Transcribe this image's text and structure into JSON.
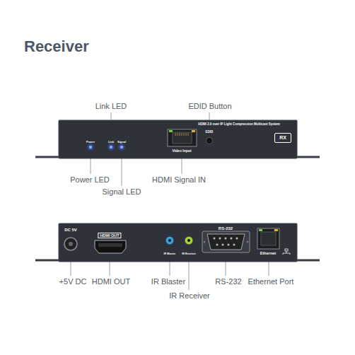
{
  "diagram": {
    "title": "Receiver",
    "nodes": [
      {
        "text": [
          "HDMI 2.0 over IP Light Compression Multicast System",
          "Power",
          "Link",
          "Signal",
          "Video Input",
          "EDID"
        ]
      },
      {
        "text": [
          "RX"
        ],
        "in": 0
      },
      {
        "text": [
          "DC 5V",
          "HDMI OUT",
          "IR Blaster",
          "IR Receiver",
          "RS-232",
          "Ethernet"
        ]
      }
    ],
    "labels": [
      "Link LED",
      "EDID Button",
      "Power LED",
      "HDMI Signal IN",
      "Signal LED",
      "+5V DC",
      "HDMI OUT",
      "IR Blaster",
      "IR Receiver",
      "RS-232",
      "Ethernet Port"
    ]
  }
}
